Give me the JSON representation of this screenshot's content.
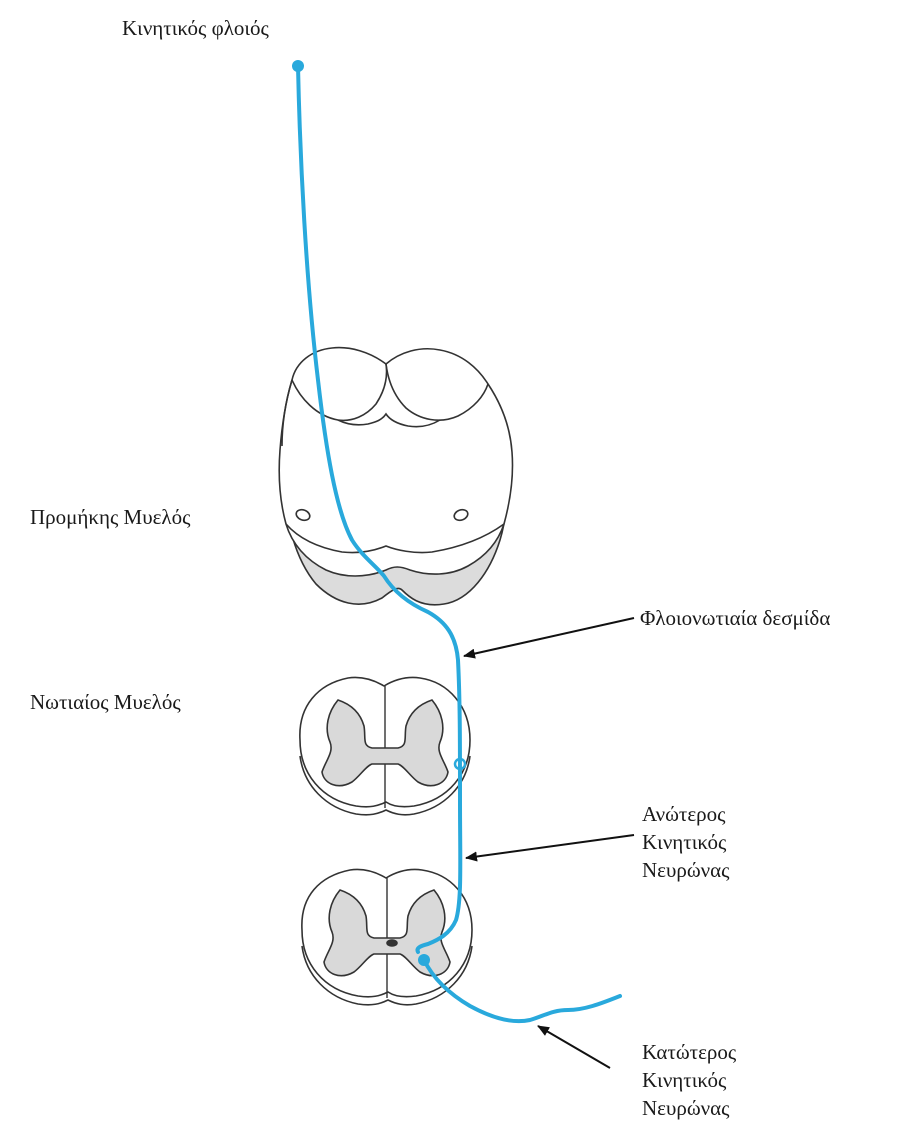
{
  "labels": {
    "motor_cortex": "Κινητικός φλοιός",
    "medulla": "Προμήκης Μυελός",
    "corticospinal_tract": "Φλοιονωτιαία δεσμίδα",
    "upper_motor_neuron": [
      "Ανώτερος",
      "Κινητικός",
      "Νευρώνας"
    ],
    "spinal_cord": "Νωτιαίος Μυελός",
    "lower_motor_neuron": [
      "Κατώτερος",
      "Κινητικός",
      "Νευρώνας"
    ]
  },
  "colors": {
    "neuron": "#29a9dc",
    "outline": "#333333",
    "grey_matter": "#d9d9d9",
    "pyramid_fill": "#dcdcdc",
    "arrow": "#111111"
  }
}
